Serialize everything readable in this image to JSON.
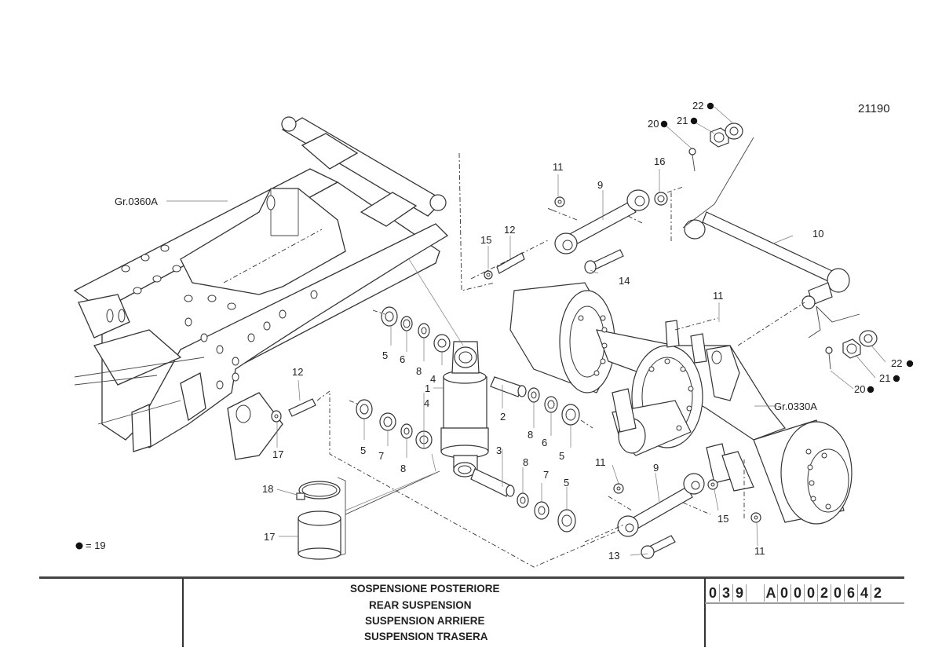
{
  "figure_number": "21190",
  "group_refs": {
    "frame": "Gr.0360A",
    "axle": "Gr.0330A"
  },
  "legend": {
    "bullet_icon": "filled-circle-icon",
    "text": "= 19"
  },
  "callouts": {
    "c1": "1",
    "c2": "2",
    "c3": "3",
    "c4a": "4",
    "c4b": "4",
    "c5a": "5",
    "c5b": "5",
    "c5c": "5",
    "c5d": "5",
    "c6a": "6",
    "c6b": "6",
    "c7a": "7",
    "c7b": "7",
    "c8a": "8",
    "c8b": "8",
    "c8c": "8",
    "c8d": "8",
    "c9a": "9",
    "c9b": "9",
    "c10": "10",
    "c11a": "11",
    "c11b": "11",
    "c11c": "11",
    "c11d": "11",
    "c12a": "12",
    "c12b": "12",
    "c13": "13",
    "c14": "14",
    "c15a": "15",
    "c15b": "15",
    "c16": "16",
    "c17a": "17",
    "c17b": "17",
    "c18": "18",
    "c20a": "20",
    "c20b": "20",
    "c21a": "21",
    "c21b": "21",
    "c22a": "22",
    "c22b": "22"
  },
  "title_block": {
    "titles": [
      "SOSPENSIONE POSTERIORE",
      "REAR SUSPENSION",
      "SUSPENSION ARRIERE",
      "SUSPENSION TRASERA"
    ],
    "code_prefix": [
      "0",
      "3",
      "9"
    ],
    "code_main": [
      "A",
      "0",
      "0",
      "0",
      "2",
      "0",
      "6",
      "4",
      "2"
    ]
  }
}
